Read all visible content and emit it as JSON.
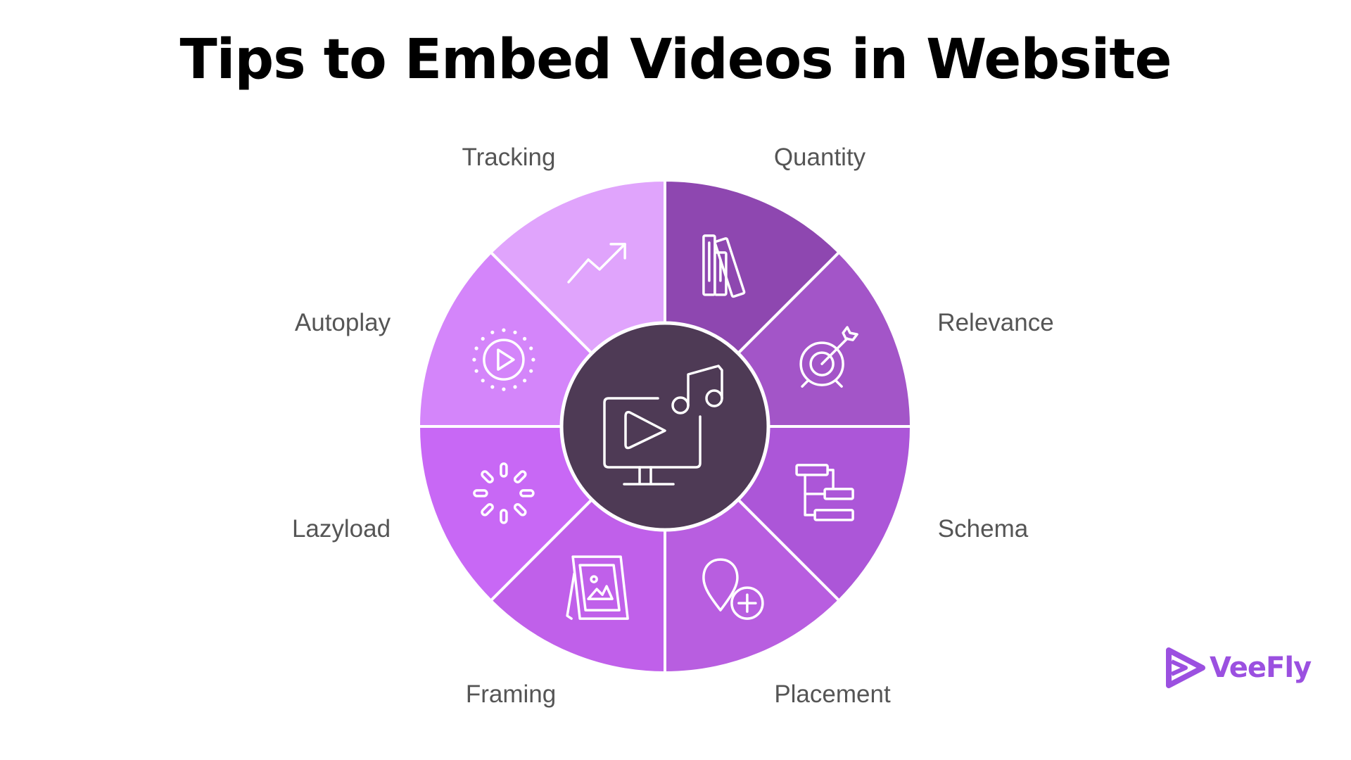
{
  "title": "Tips to Embed Videos in Website",
  "center": {
    "icon": "video-monitor-music-icon",
    "color": "#4e3a55"
  },
  "segments": [
    {
      "label": "Quantity",
      "icon": "books-icon",
      "color": "#8e47b0"
    },
    {
      "label": "Relevance",
      "icon": "target-arrow-icon",
      "color": "#a355c8"
    },
    {
      "label": "Schema",
      "icon": "hierarchy-icon",
      "color": "#ac56d8"
    },
    {
      "label": "Placement",
      "icon": "location-pin-plus-icon",
      "color": "#b85ee0"
    },
    {
      "label": "Framing",
      "icon": "picture-frame-icon",
      "color": "#c060ea"
    },
    {
      "label": "Lazyload",
      "icon": "loading-spinner-icon",
      "color": "#c868f5"
    },
    {
      "label": "Autoplay",
      "icon": "play-circle-icon",
      "color": "#d485fa"
    },
    {
      "label": "Tracking",
      "icon": "trend-up-icon",
      "color": "#e0a4fc"
    }
  ],
  "brand": {
    "name": "VeeFly",
    "color": "#9b50e0"
  }
}
